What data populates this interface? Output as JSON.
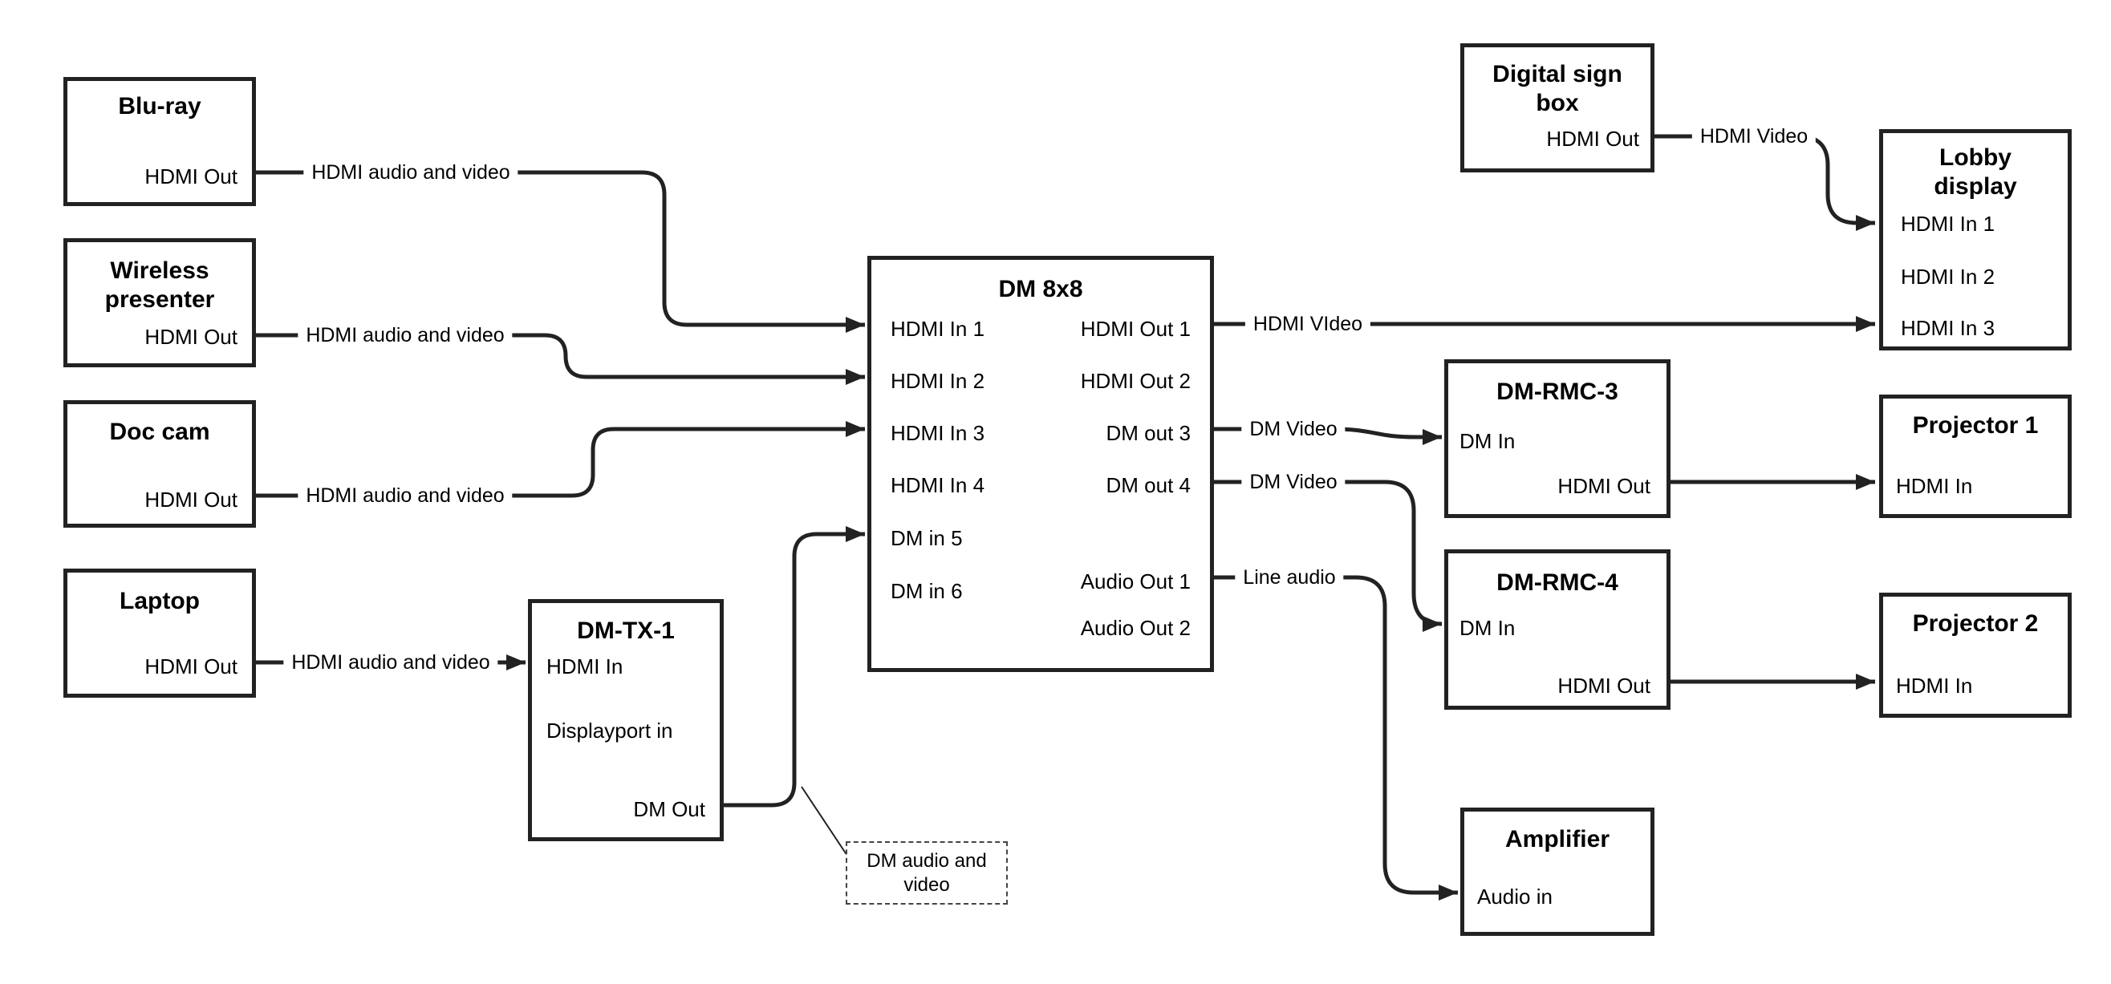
{
  "canvas": {
    "background": "#ffffff",
    "line_color": "#222222",
    "text_color": "#000000"
  },
  "nodes": {
    "bluray": {
      "title": "Blu-ray",
      "port_out": "HDMI Out"
    },
    "wireless": {
      "title": "Wireless\npresenter",
      "port_out": "HDMI Out"
    },
    "doccam": {
      "title": "Doc cam",
      "port_out": "HDMI Out"
    },
    "laptop": {
      "title": "Laptop",
      "port_out": "HDMI Out"
    },
    "dmtx1": {
      "title": "DM-TX-1",
      "port_hdmi_in": "HDMI In",
      "port_dp_in": "Displayport in",
      "port_dm_out": "DM Out"
    },
    "dm8x8": {
      "title": "DM 8x8",
      "inputs": [
        "HDMI In 1",
        "HDMI In 2",
        "HDMI In 3",
        "HDMI In 4",
        "DM in 5",
        "DM in 6"
      ],
      "outputs": [
        "HDMI Out 1",
        "HDMI Out 2",
        "DM out 3",
        "DM out 4",
        "Audio Out 1",
        "Audio Out 2"
      ]
    },
    "digitalsign": {
      "title": "Digital sign\nbox",
      "port_out": "HDMI Out"
    },
    "lobby": {
      "title": "Lobby\ndisplay",
      "inputs": [
        "HDMI In 1",
        "HDMI In 2",
        "HDMI In 3"
      ]
    },
    "dmrmc3": {
      "title": "DM-RMC-3",
      "port_in": "DM In",
      "port_out": "HDMI Out"
    },
    "proj1": {
      "title": "Projector 1",
      "port_in": "HDMI In"
    },
    "dmrmc4": {
      "title": "DM-RMC-4",
      "port_in": "DM In",
      "port_out": "HDMI Out"
    },
    "proj2": {
      "title": "Projector 2",
      "port_in": "HDMI In"
    },
    "amp": {
      "title": "Amplifier",
      "port_in": "Audio in"
    }
  },
  "edge_labels": {
    "bluray_dm8x8": "HDMI audio and video",
    "wireless_dm8x8": "HDMI audio and video",
    "doccam_dm8x8": "HDMI audio and video",
    "laptop_dmtx1": "HDMI audio and video",
    "out1_lobby": "HDMI VIdeo",
    "out3_rmc3": "DM Video",
    "out4_rmc4": "DM Video",
    "audio1_amp": "Line audio",
    "digitalsign_lobby": "HDMI Video"
  },
  "note": {
    "text": "DM audio and\nvideo"
  }
}
